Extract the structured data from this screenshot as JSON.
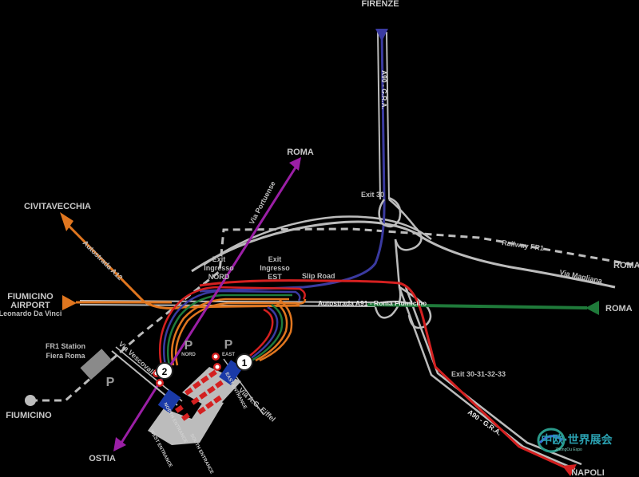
{
  "destinations": {
    "firenze": "FIRENZE",
    "roma_top": "ROMA",
    "civitavecchia": "CIVITAVECCHIA",
    "fiumicino_airport_line1": "FIUMICINO",
    "fiumicino_airport_line2": "AIRPORT",
    "fiumicino_airport_line3": "Leonardo Da Vinci",
    "roma_east": "ROMA",
    "roma_railway": "ROMA",
    "fiumicino": "FIUMICINO",
    "ostia": "OSTIA",
    "napoli": "NAPOLI"
  },
  "roads": {
    "a90_north": "A90 - G.R.A.",
    "a90_south": "A90 - G.R.A.",
    "a12": "Autostrada A12",
    "a91": "Autostrada A91 - Roma Fiumicino",
    "via_portuense": "Via Portuense",
    "via_magliana": "Via Magliana",
    "railway_fr1": "Railway FR1",
    "slip_road": "Slip Road",
    "via_vescovali": "Via Vescovali",
    "via_eiffel": "Via A.G. Eiffel"
  },
  "exits": {
    "exit30": "Exit 30",
    "exit_nord_1": "Exit",
    "exit_nord_2": "Ingresso",
    "exit_nord_3": "NORD",
    "exit_est_1": "Exit",
    "exit_est_2": "Ingresso",
    "exit_est_3": "EST",
    "exit_multi": "Exit 30-31-32-33"
  },
  "station": {
    "line1": "FR1 Station",
    "line2": "Fiera Roma"
  },
  "parking": {
    "p_symbol": "P",
    "nord": "NORD",
    "east": "EAST"
  },
  "markers": {
    "one": "1",
    "two": "2"
  },
  "entrances": {
    "north": "NORTH ENTRANCE",
    "east": "EAST ENTRANCE",
    "south": "SOUTH ENTRANCE",
    "west": "WEST ENTRANCE"
  },
  "logo": {
    "text": "中欧·世界展会",
    "sub": "ZhongOu Expo"
  },
  "colors": {
    "background": "#000000",
    "road_grey": "#bcbcbc",
    "gra_blue": "#3a3aa0",
    "a12_orange": "#e0761f",
    "a91_green": "#1f7a3a",
    "napoli_red": "#d42020",
    "portuense_purple": "#9b1fa6",
    "fair_red": "#d42020",
    "fair_blue": "#1a3aa8"
  }
}
